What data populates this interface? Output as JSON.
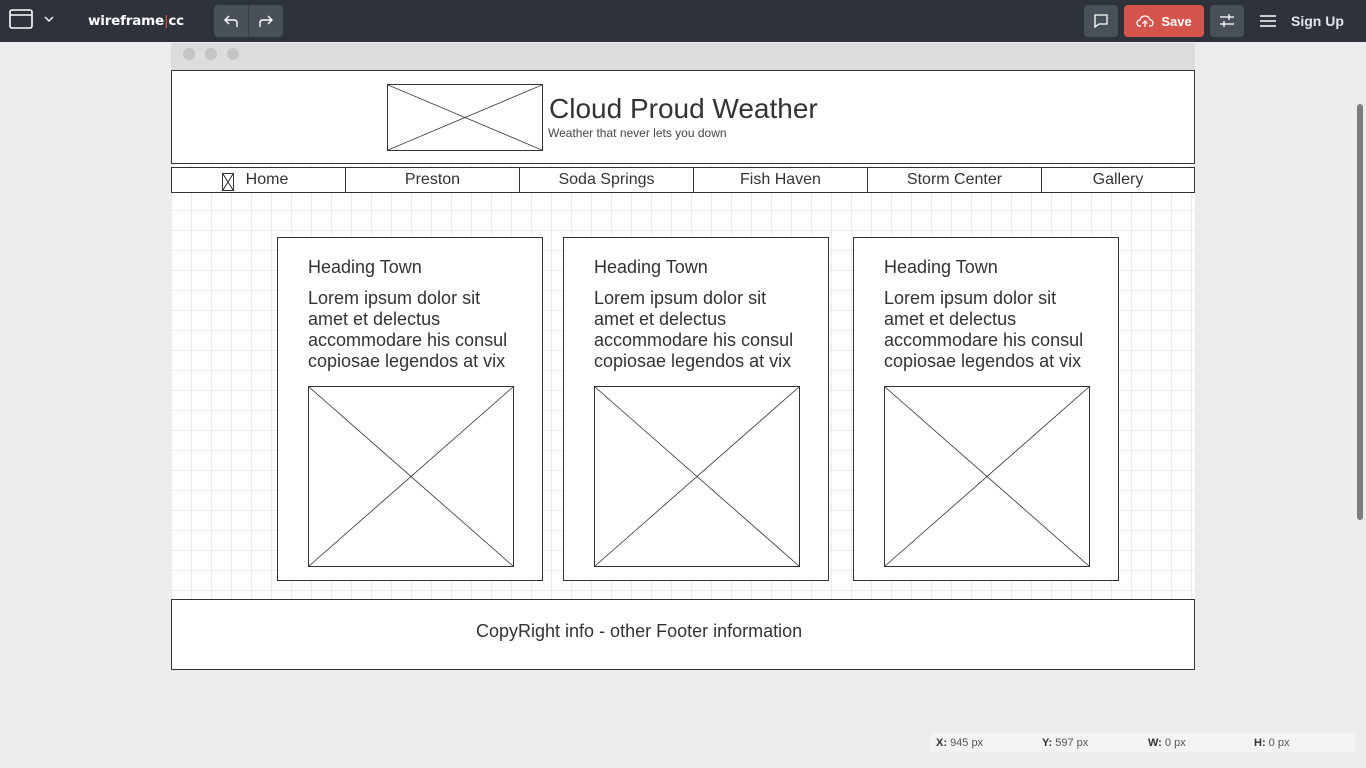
{
  "app": {
    "logo_left": "wireframe",
    "logo_sep": "|",
    "logo_right": "cc",
    "save_label": "Save",
    "signup_label": "Sign Up",
    "accent_color": "#d2544a",
    "toolbar_color": "#2d323b"
  },
  "wireframe": {
    "site_title": "Cloud Proud Weather",
    "site_subtitle": "Weather that never lets you down",
    "nav": [
      "Home",
      "Preston",
      "Soda Springs",
      "Fish Haven",
      "Storm Center",
      "Gallery"
    ],
    "cards": [
      {
        "heading": "Heading Town",
        "body": "Lorem ipsum dolor sit amet et delectus accommodare his consul copiosae legendos at vix"
      },
      {
        "heading": "Heading Town",
        "body": "Lorem ipsum dolor sit amet et delectus accommodare his consul copiosae legendos at vix"
      },
      {
        "heading": "Heading Town",
        "body": "Lorem ipsum dolor sit amet et delectus accommodare his consul copiosae legendos at vix"
      }
    ],
    "footer": "CopyRight info - other Footer information"
  },
  "status": {
    "x_label": "X:",
    "x_value": "945 px",
    "y_label": "Y:",
    "y_value": "597 px",
    "w_label": "W:",
    "w_value": "0 px",
    "h_label": "H:",
    "h_value": "0 px"
  }
}
